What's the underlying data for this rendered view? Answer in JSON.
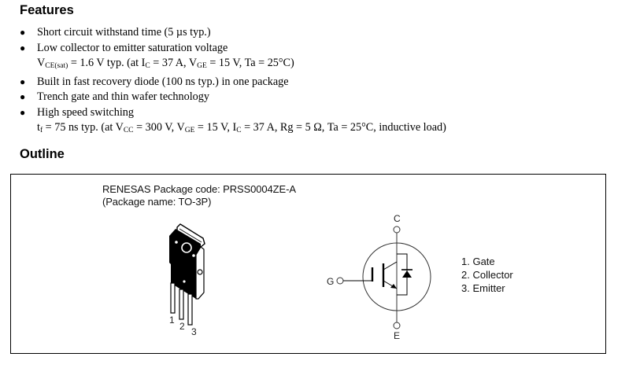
{
  "features": {
    "heading": "Features",
    "bullet_icon": "bullet-dot",
    "items": [
      {
        "text": "Short circuit withstand time (5 µs typ.)"
      },
      {
        "text": "Low collector to emitter saturation voltage",
        "detail": {
          "p1": "V",
          "s1": "CE(sat)",
          "p2": " = 1.6 V typ. (at I",
          "s2": "C",
          "p3": " = 37 A, V",
          "s3": "GE",
          "p4": " = 15 V, Ta = 25°C)"
        }
      },
      {
        "text": "Built in fast recovery diode (100 ns typ.) in one package"
      },
      {
        "text": "Trench gate and thin wafer technology"
      },
      {
        "text": "High speed switching",
        "detail": {
          "p1": "t",
          "s1": "f",
          "p2": " = 75 ns typ. (at V",
          "s2": "CC",
          "p3": " = 300 V, V",
          "s3": "GE",
          "p4": " = 15 V, I",
          "s4": "C",
          "p5": " = 37 A, Rg = 5 Ω, Ta = 25°C, inductive load)"
        }
      }
    ]
  },
  "outline": {
    "heading": "Outline",
    "package_code": "RENESAS Package code: PRSS0004ZE-A",
    "package_name": "(Package name: TO-3P)",
    "package_pin_labels": [
      "1",
      "2",
      "3"
    ],
    "symbol": {
      "collector": "C",
      "gate": "G",
      "emitter": "E"
    },
    "pins": [
      "1. Gate",
      "2. Collector",
      "3. Emitter"
    ]
  }
}
